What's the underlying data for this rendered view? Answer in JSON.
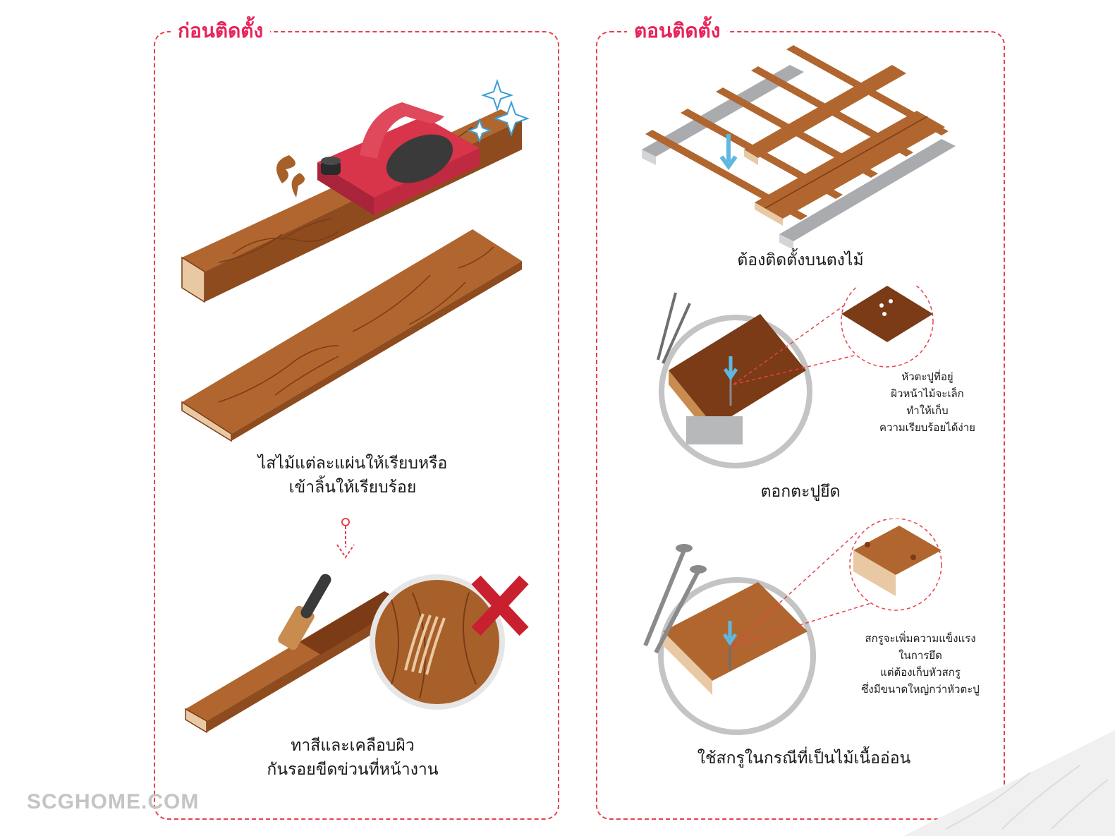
{
  "panel_before": {
    "title": "ก่อนติดตั้ง",
    "step1_caption_line1": "ไสไม้แต่ละแผ่นให้เรียบหรือ",
    "step1_caption_line2": "เข้าลิ้นให้เรียบร้อย",
    "step2_caption_line1": "ทาสีและเคลือบผิว",
    "step2_caption_line2": "กันรอยขีดข่วนที่หน้างาน"
  },
  "panel_during": {
    "title": "ตอนติดตั้ง",
    "step1_caption": "ต้องติดตั้งบนตงไม้",
    "step2_caption": "ตอกตะปูยึด",
    "step2_note": [
      "หัวตะปูที่อยู่",
      "ผิวหน้าไม้จะเล็ก",
      "ทำให้เก็บ",
      "ความเรียบร้อยได้ง่าย"
    ],
    "step3_caption": "ใช้สกรูในกรณีที่เป็นไม้เนื้ออ่อน",
    "step3_note": [
      "สกรูจะเพิ่มความแข็งแรง",
      "ในการยึด",
      "แต่ต้องเก็บหัวสกรู",
      "ซึ่งมีขนาดใหญ่กว่าหัวตะปู"
    ]
  },
  "watermark": "SCGHOME.COM",
  "colors": {
    "accent": "#e8235a",
    "dashed_border": "#e8404a",
    "wood": "#a8602a",
    "wood_dark": "#7a3b16",
    "wood_light": "#c98c4f",
    "planer": "#d8344a",
    "arrow_blue": "#5fb8e0",
    "steel": "#a9abae"
  }
}
